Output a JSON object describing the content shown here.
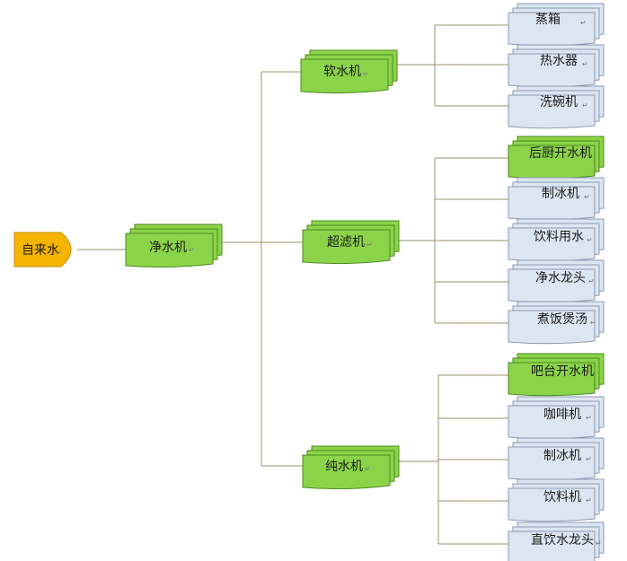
{
  "root": {
    "label": "自来水"
  },
  "main": {
    "label": "净水机"
  },
  "branches": [
    {
      "label": "软水机",
      "children": [
        {
          "label": "蒸箱"
        },
        {
          "label": "热水器"
        },
        {
          "label": "洗碗机"
        }
      ]
    },
    {
      "label": "超滤机",
      "children": [
        {
          "label": "后厨开水机",
          "highlight": true
        },
        {
          "label": "制冰机"
        },
        {
          "label": "饮料用水"
        },
        {
          "label": "净水龙头"
        },
        {
          "label": "煮饭煲汤"
        }
      ]
    },
    {
      "label": "纯水机",
      "children": [
        {
          "label": "吧台开水机",
          "highlight": true
        },
        {
          "label": "咖啡机"
        },
        {
          "label": "制冰机"
        },
        {
          "label": "饮料机"
        },
        {
          "label": "直饮水龙头"
        }
      ]
    }
  ],
  "colors": {
    "root_fill": "#f5b400",
    "root_stroke": "#c98a00",
    "green_fill": "#8bd44a",
    "green_stroke": "#4e8a1e",
    "leaf_fill": "#dce6f2",
    "leaf_stroke": "#8a9bb0",
    "connector": "#9a9068"
  }
}
